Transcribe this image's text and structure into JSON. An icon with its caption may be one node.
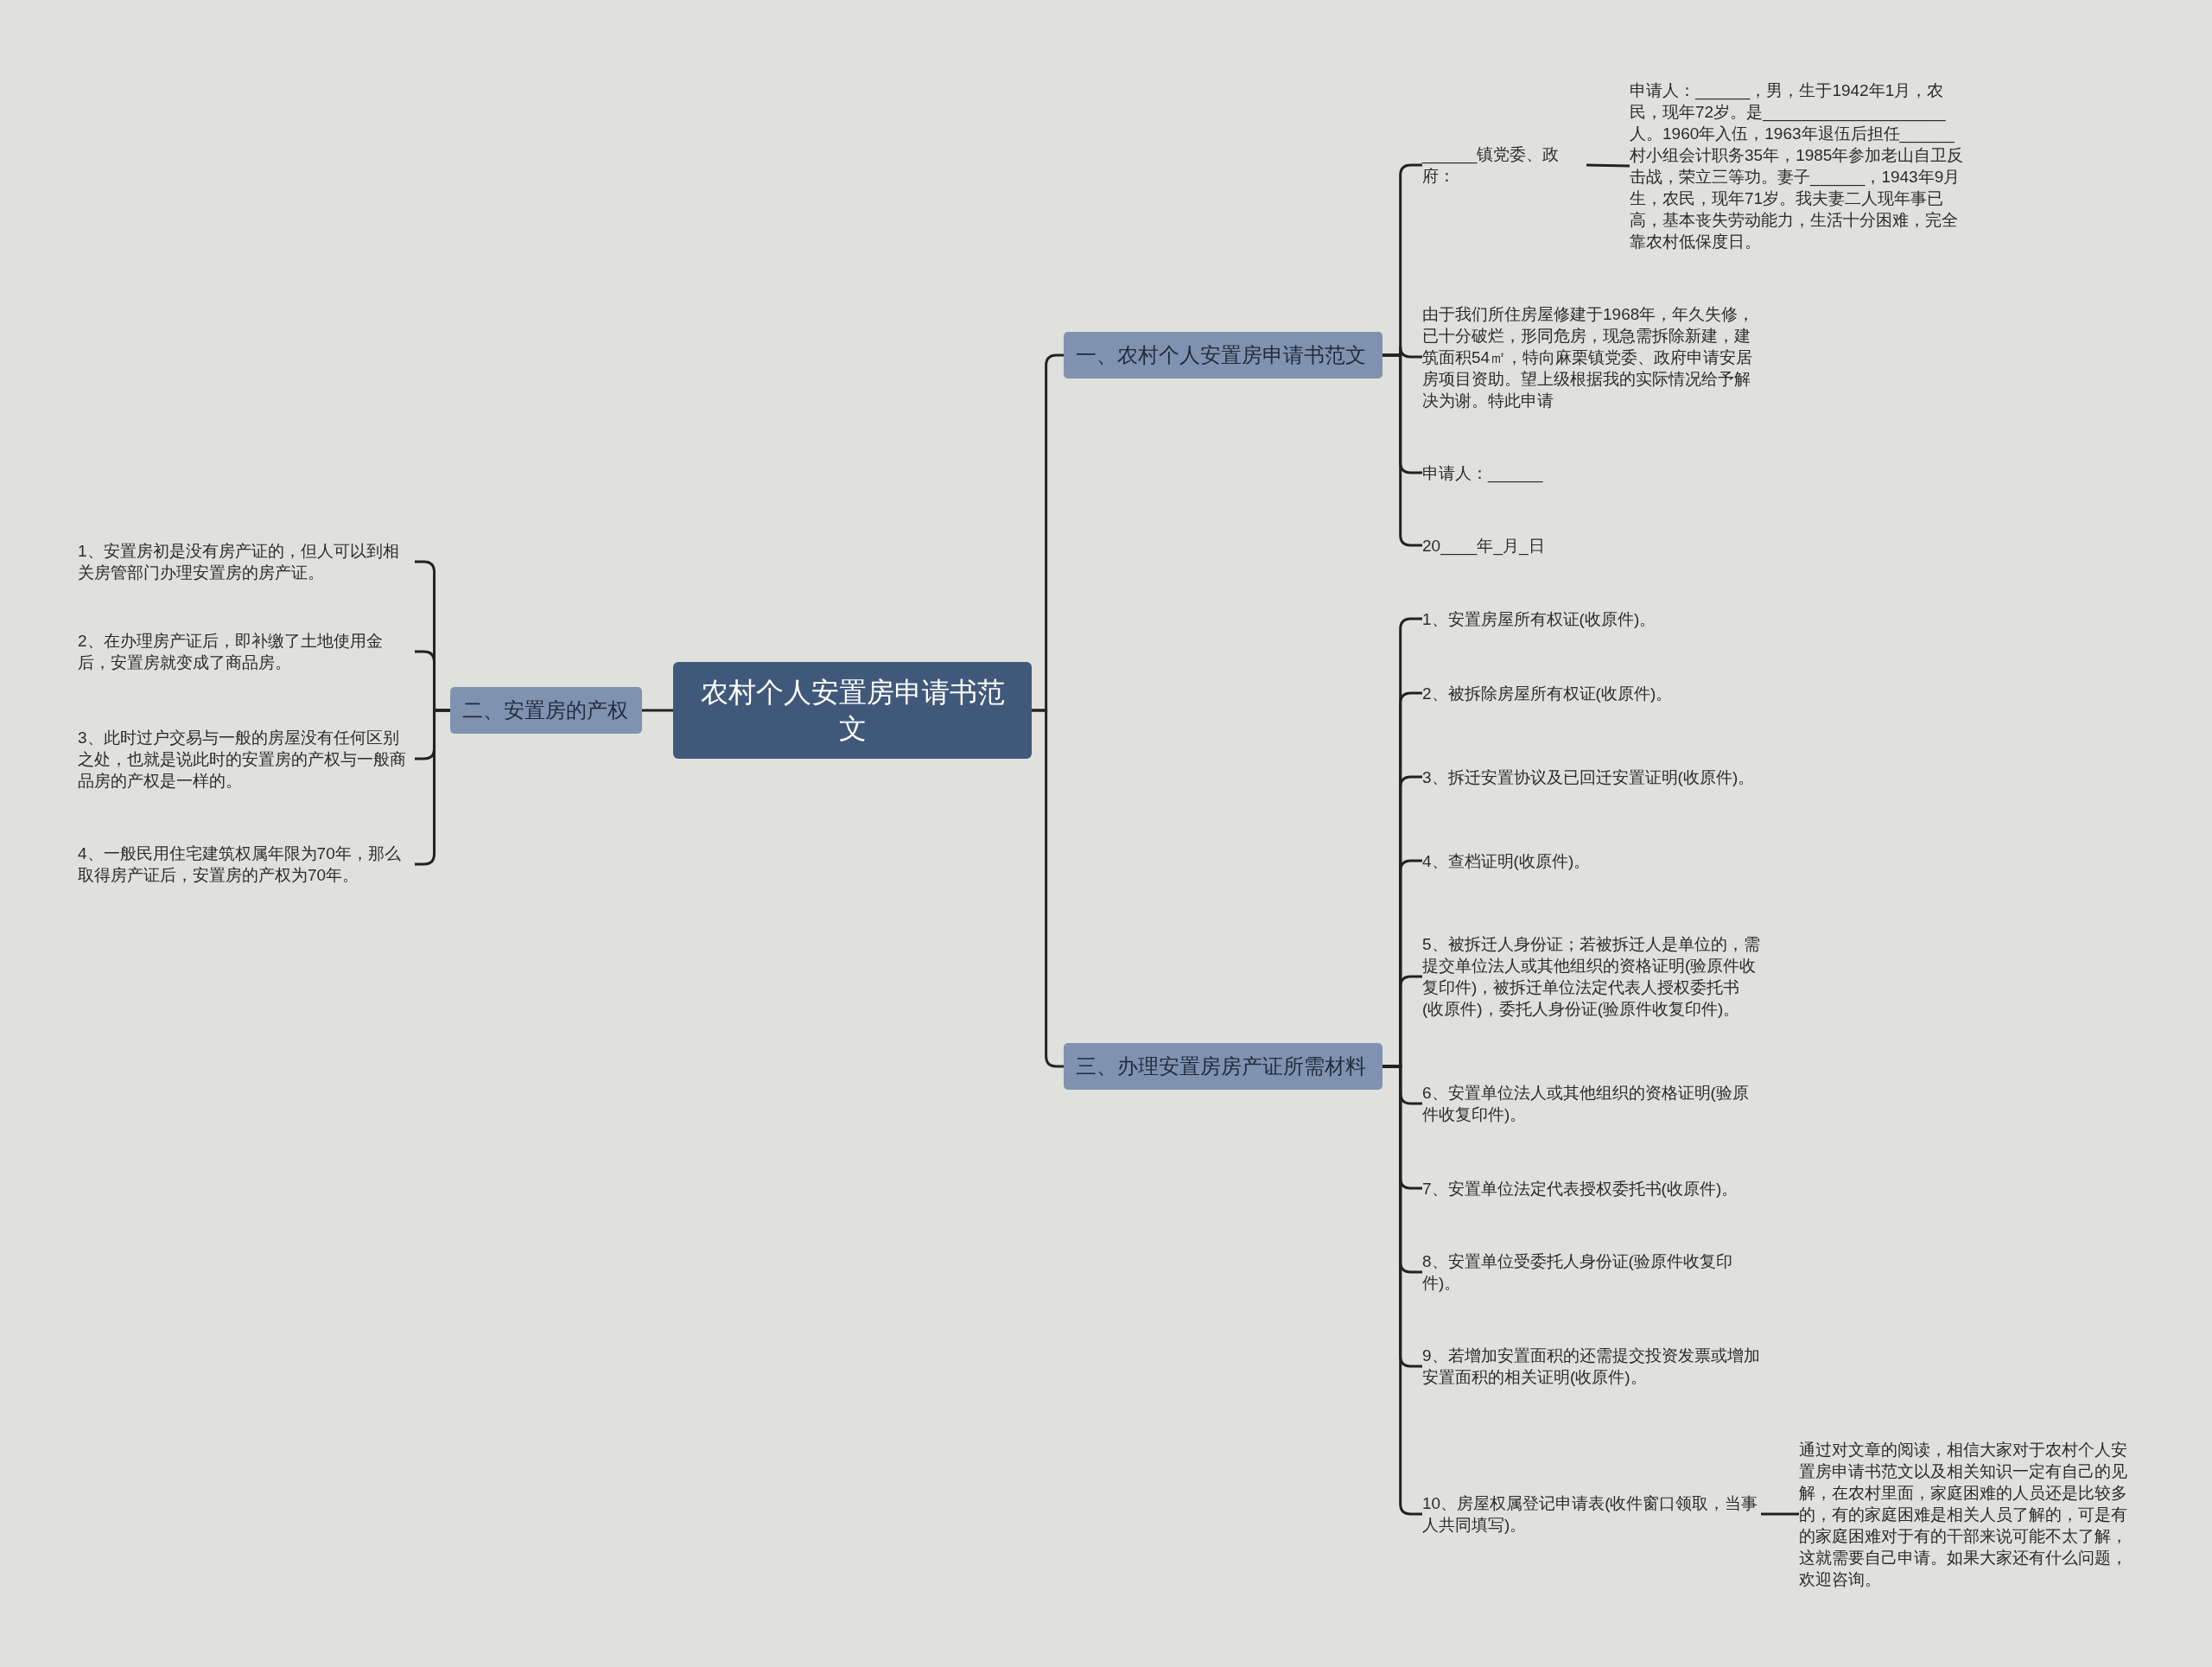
{
  "diagram": {
    "nodes": [
      {
        "text": [
          "农村个人安置房申请书范文"
        ]
      },
      {
        "text": [
          "一、农村个人安置房申请书范文"
        ]
      },
      {
        "text": [
          "______镇党委、政府："
        ]
      },
      {
        "text": [
          "申请人：______，男，生于1942年1月，农民，现年72岁。是____________________人。1960年入伍，1963年退伍后担任______村小组会计职务35年，1985年参加老山自卫反击战，荣立三等功。妻子______，1943年9月生，农民，现年71岁。我夫妻二人现年事已高，基本丧失劳动能力，生活十分困难，完全靠农村低保度日。"
        ]
      },
      {
        "text": [
          "由于我们所住房屋修建于1968年，年久失修，已十分破烂，形同危房，现急需拆除新建，建筑面积54㎡，特向麻栗镇党委、政府申请安居房项目资助。望上级根据我的实际情况给予解决为谢。特此申请"
        ]
      },
      {
        "text": [
          "申请人：______"
        ]
      },
      {
        "text": [
          "20____年_月_日"
        ]
      },
      {
        "text": [
          "三、办理安置房房产证所需材料"
        ]
      },
      {
        "text": [
          "1、安置房屋所有权证(收原件)。"
        ]
      },
      {
        "text": [
          "2、被拆除房屋所有权证(收原件)。"
        ]
      },
      {
        "text": [
          "3、拆迁安置协议及已回迁安置证明(收原件)。"
        ]
      },
      {
        "text": [
          "4、查档证明(收原件)。"
        ]
      },
      {
        "text": [
          "5、被拆迁人身份证；若被拆迁人是单位的，需提交单位法人或其他组织的资格证明(验原件收复印件)，被拆迁单位法定代表人授权委托书(收原件)，委托人身份证(验原件收复印件)。"
        ]
      },
      {
        "text": [
          "6、安置单位法人或其他组织的资格证明(验原件收复印件)。"
        ]
      },
      {
        "text": [
          "7、安置单位法定代表授权委托书(收原件)。"
        ]
      },
      {
        "text": [
          "8、安置单位受委托人身份证(验原件收复印件)。"
        ]
      },
      {
        "text": [
          "9、若增加安置面积的还需提交投资发票或增加安置面积的相关证明(收原件)。"
        ]
      },
      {
        "text": [
          "10、房屋权属登记申请表(收件窗口领取，当事人共同填写)。"
        ]
      },
      {
        "text": [
          "通过对文章的阅读，相信大家对于农村个人安置房申请书范文以及相关知识一定有自己的见解，在农村里面，家庭困难的人员还是比较多的，有的家庭困难是相关人员了解的，可是有的家庭困难对于有的干部来说可能不太了解，这就需要自己申请。如果大家还有什么问题，欢迎咨询。"
        ]
      },
      {
        "text": [
          "二、安置房的产权"
        ]
      },
      {
        "text": [
          "1、安置房初是没有房产证的，但人可以到相关房管部门办理安置房的房产证。"
        ]
      },
      {
        "text": [
          "2、在办理房产证后，即补缴了土地使用金后，安置房就变成了商品房。"
        ]
      },
      {
        "text": [
          "3、此时过户交易与一般的房屋没有任何区别之处，也就是说此时的安置房的产权与一般商品房的产权是一样的。"
        ]
      },
      {
        "text": [
          "4、一般民用住宅建筑权属年限为70年，那么取得房产证后，安置房的产权为70年。"
        ]
      }
    ],
    "edges": [
      {
        "from": 0,
        "to": 1,
        "arrow": "none"
      },
      {
        "from": 1,
        "to": 2,
        "arrow": "none"
      },
      {
        "from": 2,
        "to": 3,
        "arrow": "none"
      },
      {
        "from": 1,
        "to": 4,
        "arrow": "none"
      },
      {
        "from": 1,
        "to": 5,
        "arrow": "none"
      },
      {
        "from": 1,
        "to": 6,
        "arrow": "none"
      },
      {
        "from": 0,
        "to": 7,
        "arrow": "none"
      },
      {
        "from": 7,
        "to": 8,
        "arrow": "none"
      },
      {
        "from": 7,
        "to": 9,
        "arrow": "none"
      },
      {
        "from": 7,
        "to": 10,
        "arrow": "none"
      },
      {
        "from": 7,
        "to": 11,
        "arrow": "none"
      },
      {
        "from": 7,
        "to": 12,
        "arrow": "none"
      },
      {
        "from": 7,
        "to": 13,
        "arrow": "none"
      },
      {
        "from": 7,
        "to": 14,
        "arrow": "none"
      },
      {
        "from": 7,
        "to": 15,
        "arrow": "none"
      },
      {
        "from": 7,
        "to": 16,
        "arrow": "none"
      },
      {
        "from": 7,
        "to": 17,
        "arrow": "none"
      },
      {
        "from": 17,
        "to": 18,
        "arrow": "none"
      },
      {
        "from": 0,
        "to": 19,
        "arrow": "none"
      },
      {
        "from": 19,
        "to": 20,
        "arrow": "none"
      },
      {
        "from": 19,
        "to": 21,
        "arrow": "none"
      },
      {
        "from": 19,
        "to": 22,
        "arrow": "none"
      },
      {
        "from": 19,
        "to": 23,
        "arrow": "none"
      }
    ]
  }
}
